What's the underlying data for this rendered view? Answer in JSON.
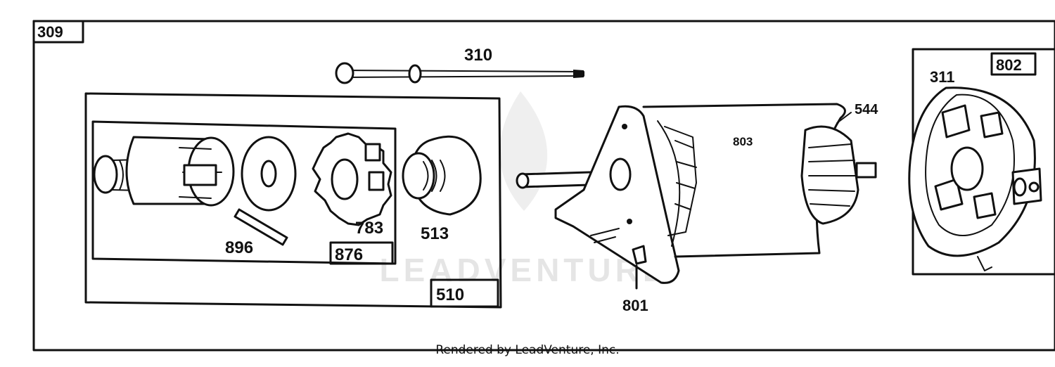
{
  "labels": {
    "assembly": "309",
    "pin": "310",
    "brush_retainer": "311",
    "drive_assembly": "510",
    "drive_nut": "513",
    "armature": "544",
    "gear": "783",
    "drive_kit": "876",
    "roll_pin": "896",
    "end_cap": "801",
    "end_cap_brush": "802",
    "housing": "803"
  },
  "watermark": "LEADVENTURE",
  "footer": "Rendered by LeadVenture, Inc."
}
